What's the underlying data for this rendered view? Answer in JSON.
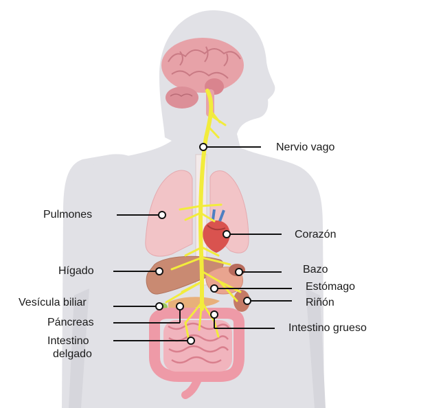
{
  "diagram": {
    "colors": {
      "silhouette": "#e1e1e6",
      "nerve": "#f2ec3c",
      "brain": "#e7a2a8",
      "lungs": "#f2c4c7",
      "liver": "#c98a72",
      "intestine": "#ee9aa7",
      "heart": "#d9534f",
      "leader": "#111111"
    },
    "labels": {
      "vagus": "Nervio vago",
      "lungs": "Pulmones",
      "heart": "Corazón",
      "liver": "Hígado",
      "spleen": "Bazo",
      "stomach": "Estómago",
      "gallbladder": "Vesícula biliar",
      "kidney": "Riñón",
      "pancreas": "Páncreas",
      "large_intestine": "Intestino grueso",
      "small_intestine_line1": "Intestino",
      "small_intestine_line2": "delgado"
    }
  }
}
